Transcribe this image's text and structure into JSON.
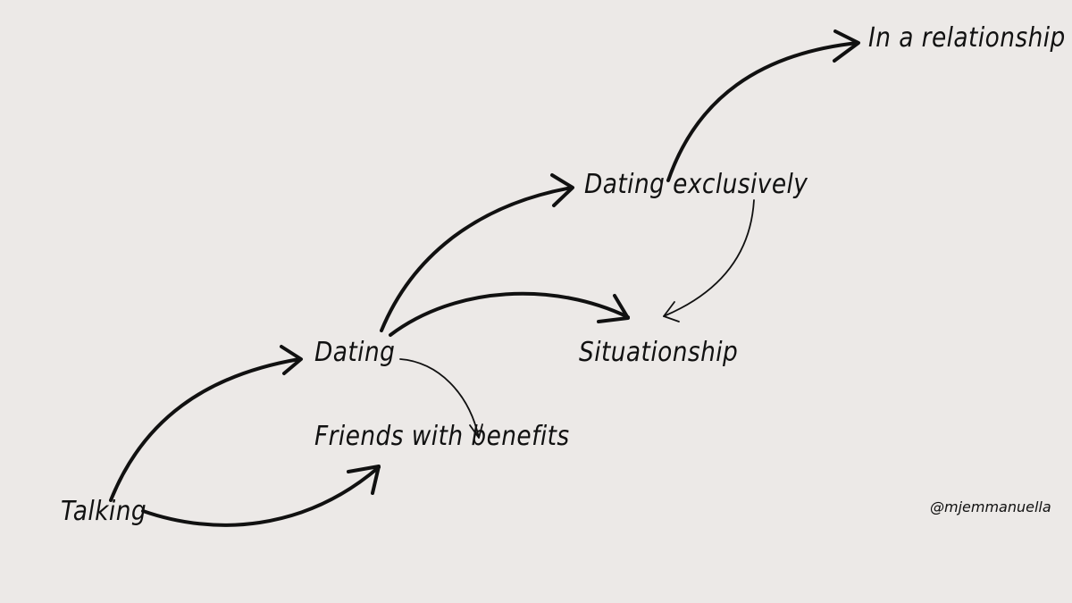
{
  "diagram": {
    "background": "#ece9e7",
    "ink_color": "#111111",
    "nodes": [
      {
        "id": "talking",
        "label": "Talking"
      },
      {
        "id": "dating",
        "label": "Dating"
      },
      {
        "id": "friends_with_benefits",
        "label": "Friends with benefits"
      },
      {
        "id": "dating_exclusively",
        "label": "Dating exclusively"
      },
      {
        "id": "situationship",
        "label": "Situationship"
      },
      {
        "id": "in_a_relationship",
        "label": "In a relationship"
      }
    ],
    "edges": [
      {
        "from": "talking",
        "to": "dating",
        "weight": "thick"
      },
      {
        "from": "talking",
        "to": "friends_with_benefits",
        "weight": "thick"
      },
      {
        "from": "dating",
        "to": "dating_exclusively",
        "weight": "thick"
      },
      {
        "from": "dating",
        "to": "situationship",
        "weight": "thick"
      },
      {
        "from": "dating",
        "to": "friends_with_benefits",
        "weight": "thin"
      },
      {
        "from": "dating_exclusively",
        "to": "in_a_relationship",
        "weight": "thick"
      },
      {
        "from": "dating_exclusively",
        "to": "situationship",
        "weight": "thin"
      }
    ],
    "credit": "@mjemmanuella"
  }
}
